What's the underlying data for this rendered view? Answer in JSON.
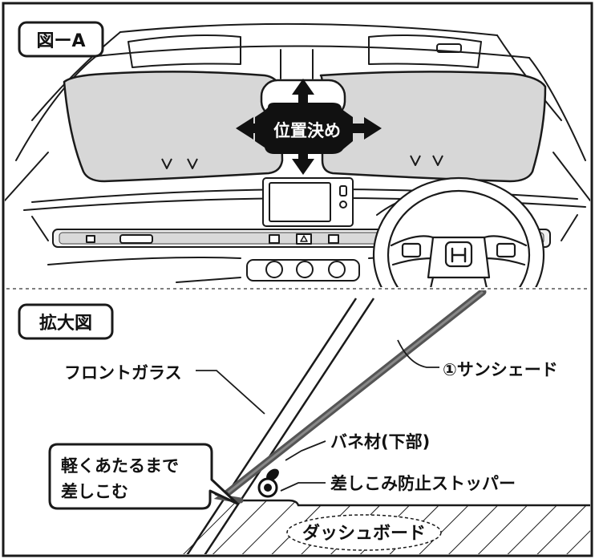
{
  "panel_a": {
    "badge": "図ーA",
    "position_label": "位置決め"
  },
  "panel_b": {
    "badge": "拡大図",
    "windshield_label": "フロントガラス",
    "sunshade_label": "①サンシェード",
    "spring_label": "バネ材(下部)",
    "stopper_label": "差しこみ防止ストッパー",
    "instruction_line1": "軽くあたるまで",
    "instruction_line2": "差しこむ",
    "dashboard_label": "ダッシュボード"
  },
  "colors": {
    "ink": "#1a1a1a",
    "shade_fill": "#d7d7d7",
    "sunshade_stroke": "#555555"
  }
}
